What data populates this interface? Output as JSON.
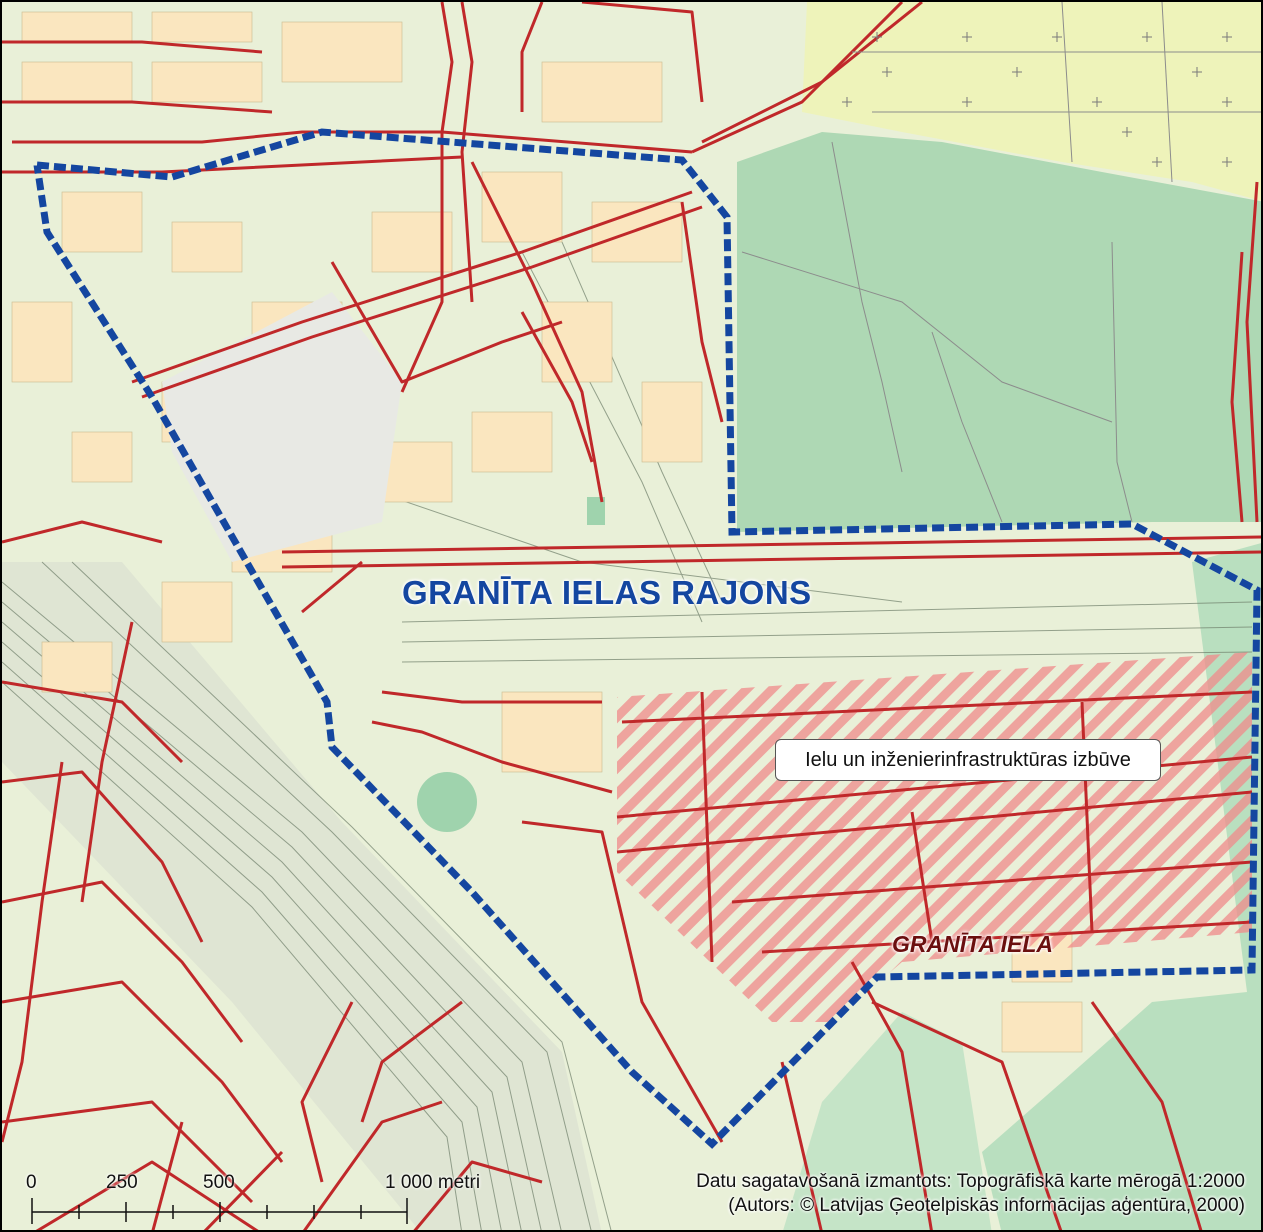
{
  "map": {
    "district_title": "GRANĪTA IELAS RAJONS",
    "street_label": "GRANĪTA IELA",
    "legend_label": "Ielu un inženierinfrastruktūras izbūve",
    "source_note_line1": "Datu sagatavošanā izmantots: Topogrāfiskā karte mērogā 1:2000",
    "source_note_line2": "(Autors: © Latvijas Ģeotelpiskās informācijas aģentūra, 2000)",
    "scale_bar": {
      "labels": [
        "0",
        "250",
        "500",
        "1 000 metri"
      ]
    },
    "colors": {
      "boundary": "#1446a0",
      "roads": "#c0282a",
      "hatch": "#f08a8a",
      "forest": "#aed8b4",
      "built": "#fae6bf",
      "field": "#eef3ba",
      "urban": "#e9f0d8"
    }
  }
}
